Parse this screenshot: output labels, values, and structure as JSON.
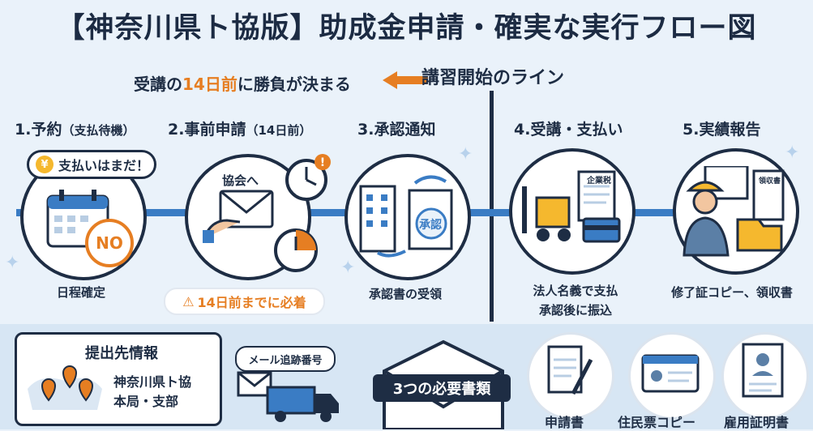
{
  "title": "【神奈川県ト協版】助成金申請・確実な実行フロー図",
  "timeline": {
    "line_label": "講習開始のライン",
    "deadline_prefix": "受講の",
    "deadline_highlight": "14日前",
    "deadline_suffix": "に勝負が決まる"
  },
  "steps": [
    {
      "title": "1.予約",
      "sub": "（支払待機）",
      "caption": "日程確定",
      "bubble": "支払いはまだ！",
      "badge": "NO"
    },
    {
      "title": "2.事前申請",
      "sub": "（14日前）",
      "inner_label": "協会へ",
      "warning": "14日前までに必着"
    },
    {
      "title": "3.承認通知",
      "sub": "",
      "caption": "承認書の受領",
      "stamp": "承認"
    },
    {
      "title": "4.受講・支払い",
      "sub": "",
      "caption_line1": "法人名義で支払",
      "caption_line2": "承認後に振込",
      "receipt_label": "企業税"
    },
    {
      "title": "5.実績報告",
      "sub": "",
      "caption": "修了証コピー、領収書",
      "doc_label": "領収書"
    }
  ],
  "submission": {
    "heading": "提出先情報",
    "line1": "神奈川県ト協",
    "line2": "本局・支部",
    "tag": "メール追跡番号"
  },
  "documents": {
    "banner": "3つの必要書類",
    "items": [
      "申請書",
      "住民票コピー",
      "雇用証明書"
    ]
  },
  "colors": {
    "navy": "#1e2d44",
    "accent": "#e67e22",
    "flow": "#3a7cc4",
    "bg": "#eaf2fa"
  }
}
